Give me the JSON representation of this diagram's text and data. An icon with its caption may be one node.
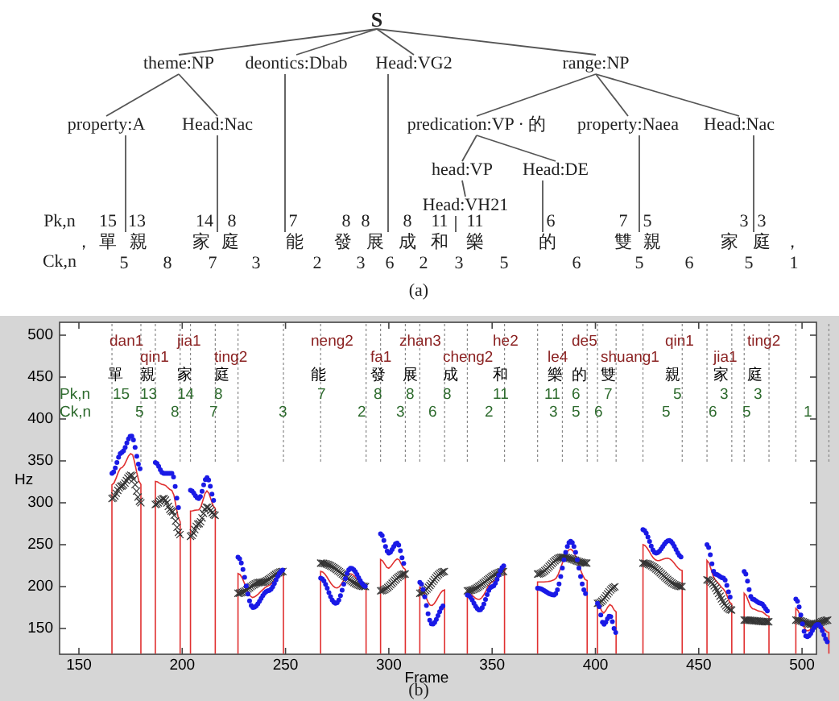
{
  "diagram": {
    "nodes": [
      {
        "text": [
          "S"
        ]
      },
      {
        "text": [
          "theme:NP"
        ]
      },
      {
        "text": [
          "deontics:Dbab"
        ]
      },
      {
        "text": [
          "Head:VG2"
        ]
      },
      {
        "text": [
          "range:NP"
        ]
      },
      {
        "text": [
          "property:A"
        ]
      },
      {
        "text": [
          "Head:Nac"
        ]
      },
      {
        "text": [
          "predication:VP · 的"
        ]
      },
      {
        "text": [
          "property:Naea"
        ]
      },
      {
        "text": [
          "Head:Nac"
        ]
      },
      {
        "text": [
          "head:VP"
        ]
      },
      {
        "text": [
          "Head:DE"
        ]
      },
      {
        "text": [
          "Head:VH21"
        ]
      },
      {
        "text": [
          "15"
        ]
      },
      {
        "text": [
          "14"
        ]
      },
      {
        "text": [
          "7"
        ]
      },
      {
        "text": [
          "8"
        ]
      },
      {
        "text": [
          "11"
        ]
      },
      {
        "text": [
          "6"
        ]
      },
      {
        "text": [
          "7"
        ]
      },
      {
        "text": [
          "3"
        ]
      }
    ],
    "edges": [
      {
        "from": 0,
        "to": 1,
        "arrow": "none"
      },
      {
        "from": 0,
        "to": 2,
        "arrow": "none"
      },
      {
        "from": 0,
        "to": 3,
        "arrow": "none"
      },
      {
        "from": 0,
        "to": 4,
        "arrow": "none"
      },
      {
        "from": 1,
        "to": 5,
        "arrow": "none"
      },
      {
        "from": 1,
        "to": 6,
        "arrow": "none"
      },
      {
        "from": 4,
        "to": 7,
        "arrow": "none"
      },
      {
        "from": 4,
        "to": 8,
        "arrow": "none"
      },
      {
        "from": 4,
        "to": 9,
        "arrow": "none"
      },
      {
        "from": 7,
        "to": 10,
        "arrow": "none"
      },
      {
        "from": 7,
        "to": 11,
        "arrow": "none"
      },
      {
        "from": 10,
        "to": 12,
        "arrow": "none"
      },
      {
        "from": 5,
        "to": 13,
        "arrow": "none"
      },
      {
        "from": 6,
        "to": 14,
        "arrow": "none"
      },
      {
        "from": 2,
        "to": 15,
        "arrow": "none"
      },
      {
        "from": 3,
        "to": 16,
        "arrow": "none"
      },
      {
        "from": 12,
        "to": 17,
        "arrow": "none"
      },
      {
        "from": 11,
        "to": 18,
        "arrow": "none"
      },
      {
        "from": 8,
        "to": 19,
        "arrow": "none"
      },
      {
        "from": 9,
        "to": 20,
        "arrow": "none"
      }
    ],
    "labels": [
      "Pk,n",
      "13",
      "8",
      "8",
      "8",
      "11",
      "5",
      "3",
      "，",
      "單",
      "親",
      "家",
      "庭",
      "能",
      "發",
      "展",
      "成",
      "和",
      "樂",
      "的",
      "雙",
      "親",
      "家",
      "庭",
      "，",
      "Ck,n",
      "5",
      "8",
      "7",
      "3",
      "2",
      "3",
      "6",
      "2",
      "3",
      "5",
      "6",
      "5",
      "6",
      "5",
      "1",
      "(a)",
      "500",
      "450",
      "400",
      "350",
      "300",
      "250",
      "200",
      "150",
      "Hz",
      "dan1",
      "qin1",
      "jia1",
      "ting2",
      "neng2",
      "fa1",
      "zhan3",
      "cheng2",
      "he2",
      "le4",
      "de5",
      "shuang1",
      "qin1",
      "jia1",
      "ting2",
      "單",
      "親",
      "家",
      "庭",
      "能",
      "發",
      "展",
      "成",
      "和",
      "樂",
      "的",
      "雙",
      "親",
      "家",
      "庭",
      "Pk,n",
      "15",
      "13",
      "14",
      "8",
      "7",
      "8",
      "8",
      "8",
      "11",
      "11",
      "6",
      "7",
      "5",
      "3",
      "3",
      "Ck,n",
      "5",
      "8",
      "7",
      "3",
      "2",
      "3",
      "6",
      "2",
      "3",
      "5",
      "6",
      "5",
      "6",
      "5",
      "1",
      "150",
      "200",
      "250",
      "300",
      "350",
      "400",
      "450",
      "500",
      "Frame",
      "(b)"
    ]
  }
}
